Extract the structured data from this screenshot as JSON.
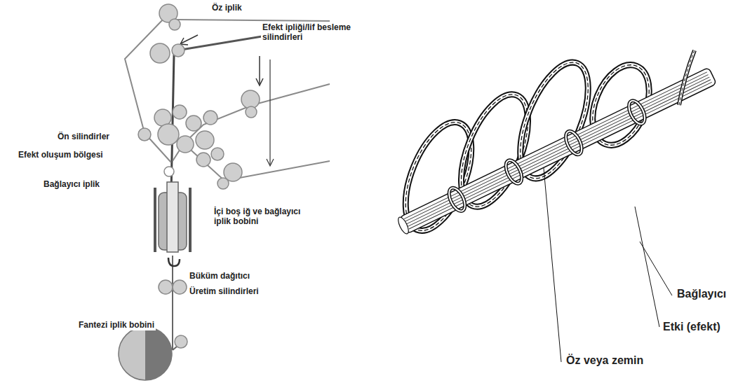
{
  "diagram": {
    "labels": [
      "Öz iplik",
      "Efekt ipliği/lif besleme silindirleri",
      "Ön silindirler",
      "Efekt oluşum bölgesi",
      "Bağlayıcı iplik",
      "İçi boş iğ ve bağlayıcı iplik bobini",
      "Büküm dağıtıcı",
      "Üretim silindirleri",
      "Fantezi iplik bobini",
      "Bağlayıcı",
      "Etki (efekt)",
      "Öz veya zemin"
    ]
  }
}
